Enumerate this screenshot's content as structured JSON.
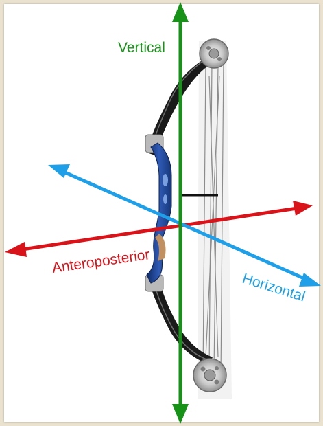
{
  "diagram": {
    "axes": [
      {
        "id": "vertical",
        "label": "Vertical",
        "color": "#169316"
      },
      {
        "id": "anteroposterior",
        "label": "Anteroposterior",
        "color": "#d9131a"
      },
      {
        "id": "horizontal",
        "label": "Horizontal",
        "color": "#1f9fe8"
      }
    ],
    "subject": {
      "icon": "compound-bow-icon"
    },
    "colors": {
      "background": "#eae2cf",
      "panel": "#ffffff",
      "riser": "#1d3f8e",
      "limb": "#1a1a1a",
      "cable": "#8c8c8c"
    }
  }
}
